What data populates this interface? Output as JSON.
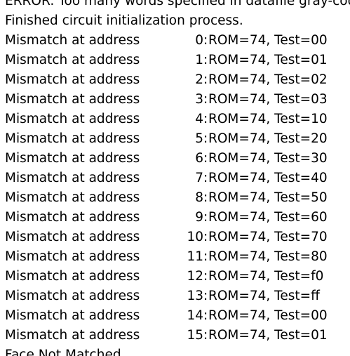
{
  "console": {
    "header_lines": [
      "ERROR: Too many words specified in datafile gray-code",
      "Finished circuit initialization process."
    ],
    "mismatch_label": "Mismatch at address",
    "rows": [
      {
        "addr": "0",
        "values": "ROM=74, Test=00"
      },
      {
        "addr": "1",
        "values": "ROM=74, Test=01"
      },
      {
        "addr": "2",
        "values": "ROM=74, Test=02"
      },
      {
        "addr": "3",
        "values": "ROM=74, Test=03"
      },
      {
        "addr": "4",
        "values": "ROM=74, Test=10"
      },
      {
        "addr": "5",
        "values": "ROM=74, Test=20"
      },
      {
        "addr": "6",
        "values": "ROM=74, Test=30"
      },
      {
        "addr": "7",
        "values": "ROM=74, Test=40"
      },
      {
        "addr": "8",
        "values": "ROM=74, Test=50"
      },
      {
        "addr": "9",
        "values": "ROM=74, Test=60"
      },
      {
        "addr": "10",
        "values": "ROM=74, Test=70"
      },
      {
        "addr": "11",
        "values": "ROM=74, Test=80"
      },
      {
        "addr": "12",
        "values": "ROM=74, Test=f0"
      },
      {
        "addr": "13",
        "values": "ROM=74, Test=ff"
      },
      {
        "addr": "14",
        "values": "ROM=74, Test=00"
      },
      {
        "addr": "15",
        "values": "ROM=74, Test=01"
      }
    ],
    "footer_line": "Face Not Matched"
  }
}
